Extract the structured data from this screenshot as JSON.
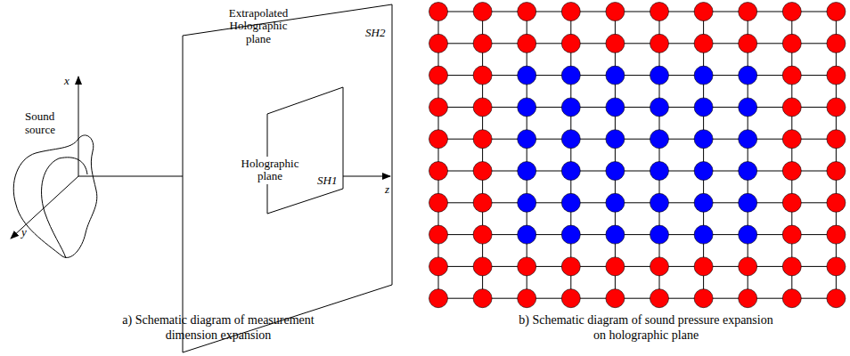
{
  "diagram": {
    "nodes": [
      {
        "text": [
          "Extrapolated Holographic plane",
          "SH2"
        ]
      },
      {
        "text": [
          "Holographic plane",
          "SH1"
        ],
        "in": 0
      }
    ],
    "labels": [
      "x",
      "y",
      "z",
      "Sound source",
      "a) Schematic diagram of measurement dimension expansion",
      "b) Schematic diagram of sound pressure expansion on holographic plane"
    ]
  }
}
